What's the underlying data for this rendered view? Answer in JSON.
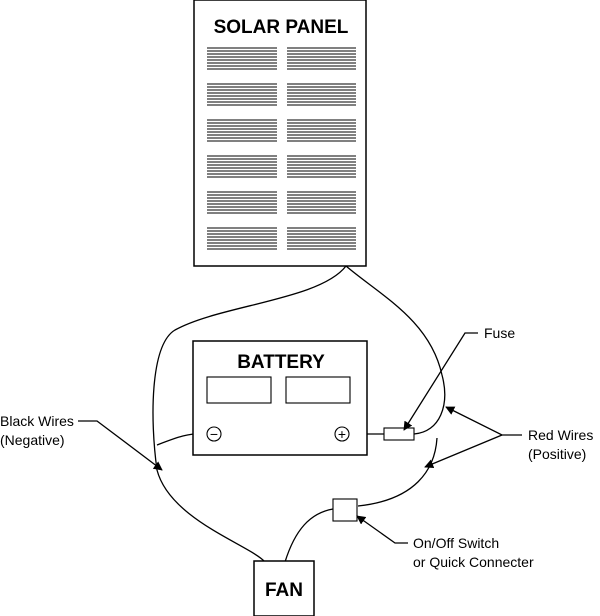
{
  "solar_panel": {
    "title": "SOLAR PANEL"
  },
  "battery": {
    "title": "BATTERY",
    "negative_symbol": "−",
    "positive_symbol": "+"
  },
  "fan": {
    "label": "FAN"
  },
  "labels": {
    "fuse": "Fuse",
    "black_wires_line1": "Black Wires",
    "black_wires_line2": "(Negative)",
    "red_wires_line1": "Red Wires",
    "red_wires_line2": "(Positive)",
    "switch_line1": "On/Off Switch",
    "switch_line2": "or Quick Connecter"
  }
}
